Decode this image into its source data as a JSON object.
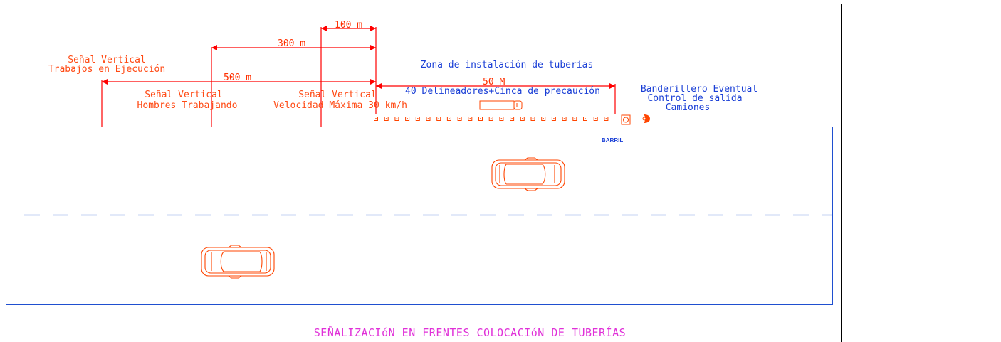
{
  "colors": {
    "frame": "#000000",
    "road": "#1f4fd0",
    "signal": "#ff4500",
    "text_orange": "#ff4a14",
    "text_blue": "#1a3fd6",
    "title": "#e030d8",
    "vehicle": "#ff4500"
  },
  "distances": {
    "d100": "100 m",
    "d300": "300 m",
    "d500": "500 m",
    "d50": "50 M"
  },
  "signs": {
    "trabajos_1": "Señal Vertical",
    "trabajos_2": "Trabajos en Ejecución",
    "hombres_1": "Señal Vertical",
    "hombres_2": "Hombres Trabajando",
    "velocidad_1": "Señal Vertical",
    "velocidad_2": "Velocidad Máxima 30 km/h"
  },
  "zone": {
    "title": "Zona de instalación de tuberías",
    "delineators": "40 Delineadores+Cinca de precaución"
  },
  "flagger": {
    "line1": "Banderillero Eventual",
    "line2": "Control de salida",
    "line3": "Camiones"
  },
  "barrel_label": "BARRIL",
  "drawing_title": "SEÑALIZACIóN EN FRENTES COLOCACIóN DE TUBERÍAS",
  "icons": {
    "flagger": "flagger-icon",
    "barrel": "barrel-icon",
    "truck": "truck-icon",
    "car": "car-icon"
  }
}
